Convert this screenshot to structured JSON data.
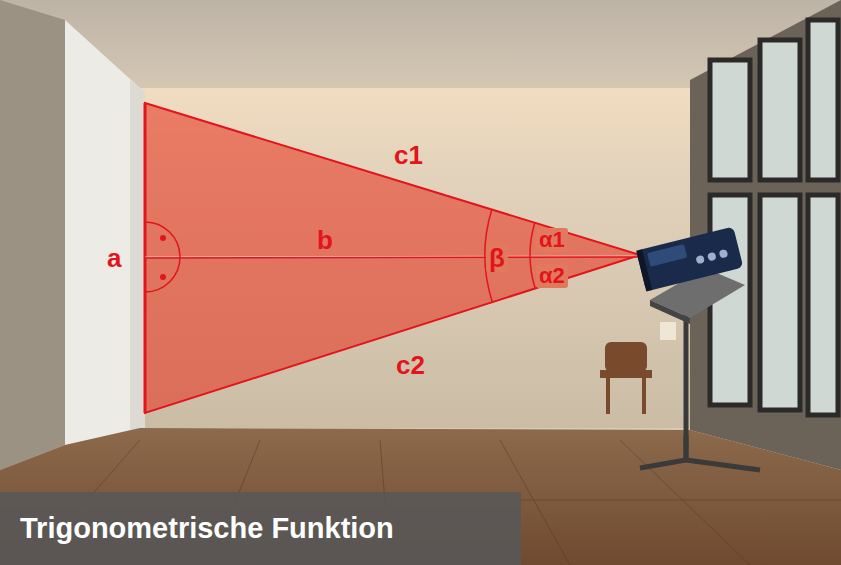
{
  "diagram": {
    "caption": "Trigonometrische Funktion",
    "labels": [
      "a",
      "b",
      "c1",
      "c2",
      "β",
      "α1",
      "α2"
    ]
  }
}
